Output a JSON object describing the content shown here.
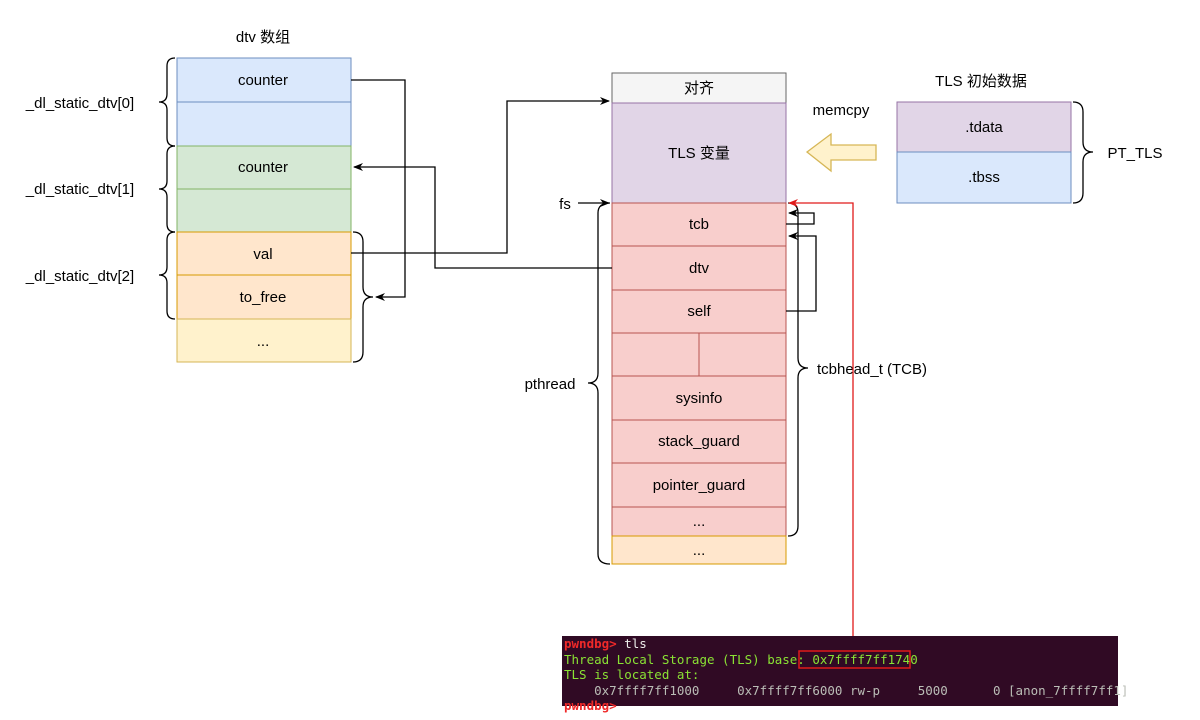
{
  "dtv": {
    "title": "dtv 数组",
    "entry0_label": "_dl_static_dtv[0]",
    "entry1_label": "_dl_static_dtv[1]",
    "entry2_label": "_dl_static_dtv[2]",
    "cell_counter_0": "counter",
    "cell_counter_1": "counter",
    "cell_val": "val",
    "cell_to_free": "to_free",
    "cell_more": "..."
  },
  "tls_block": {
    "align_label": "对齐",
    "vars_label": "TLS 变量",
    "fs_label": "fs",
    "pthread_label": "pthread",
    "tcbhead_label": "tcbhead_t (TCB)",
    "tcb_fields": [
      "tcb",
      "dtv",
      "self",
      "",
      "sysinfo",
      "stack_guard",
      "pointer_guard",
      "..."
    ],
    "tail_label": "..."
  },
  "init_data": {
    "title": "TLS 初始数据",
    "memcpy_label": "memcpy",
    "tdata_label": ".tdata",
    "tbss_label": ".tbss",
    "pt_tls_label": "PT_TLS"
  },
  "terminal": {
    "prompt": "pwndbg>",
    "command": " tls",
    "line2_prefix": "Thread Local Storage (TLS) base: ",
    "line2_addr": "0x7ffff7ff1740",
    "line3": "TLS is located at:",
    "line4": "    0x7ffff7ff1000     0x7ffff7ff6000 rw-p     5000      0 [anon_7ffff7ff1]",
    "line5_partial": "pwndbg>"
  },
  "colors": {
    "blue_fill": "#dae8fc",
    "blue_stroke": "#6c8ebf",
    "green_fill": "#d5e8d4",
    "green_stroke": "#82b366",
    "orange_fill": "#ffe6cc",
    "orange_stroke": "#d79b00",
    "yellow_fill": "#fff2cc",
    "purple_fill": "#e1d5e7",
    "purple_stroke": "#9673a6",
    "red_fill": "#f8cecc",
    "red_stroke": "#b85450",
    "gray_fill": "#f5f5f5",
    "arrow_fill": "#fff2cc",
    "arrow_stroke": "#d6b656",
    "terminal_bg": "#300a24",
    "terminal_red": "#ef2929",
    "terminal_green": "#8ae234",
    "terminal_text": "#d3d7cf"
  }
}
